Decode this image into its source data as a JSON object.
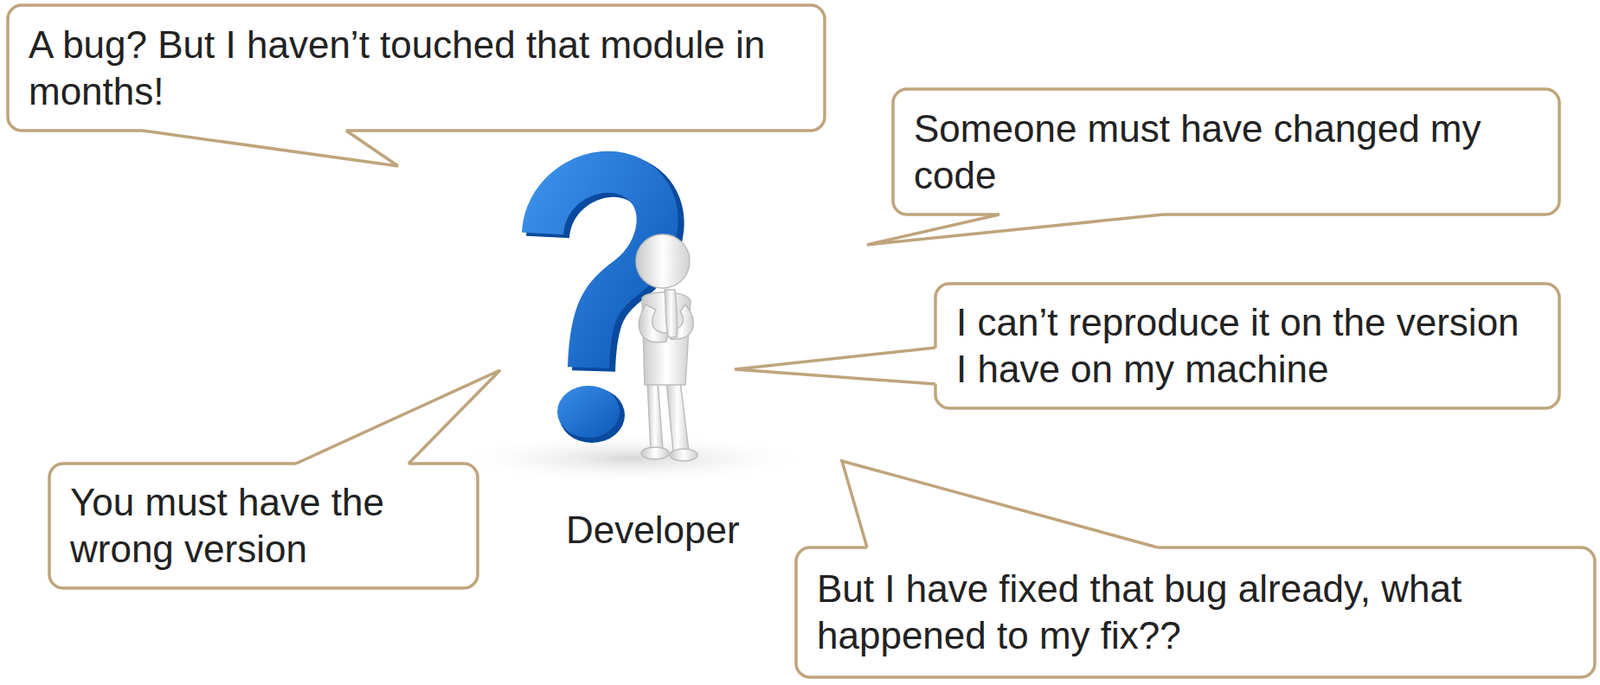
{
  "diagram": {
    "nodes": [
      {
        "text": [
          "A bug? But I haven’t touched that module in months!"
        ]
      },
      {
        "text": [
          "Someone must have changed my code"
        ]
      },
      {
        "text": [
          "I can’t reproduce it on the version I have on my machine"
        ]
      },
      {
        "text": [
          "You must have the wrong version"
        ]
      },
      {
        "text": [
          "But I have fixed that bug already, what happened to my fix??"
        ]
      }
    ],
    "labels": [
      "Developer"
    ]
  }
}
